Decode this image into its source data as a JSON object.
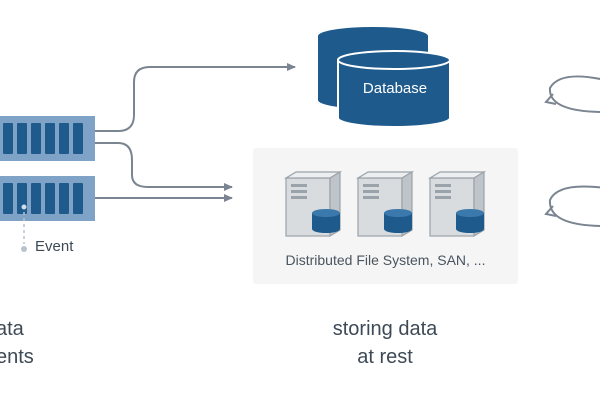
{
  "labels": {
    "database": "Database",
    "event": "Event",
    "storage": "Distributed File System, SAN, ...",
    "left_caption_line1": "ata",
    "left_caption_line2": "ents",
    "right_caption_line1": "storing data",
    "right_caption_line2": "at rest"
  },
  "colors": {
    "primary_blue": "#1e5a8c",
    "light_blue": "#7fa3c6",
    "panel_bg": "#f5f5f5",
    "arrow_gray": "#7a8591",
    "server_gray": "#d9dcdf",
    "text": "#3d4a56"
  },
  "icons": [
    "event-queue-icon",
    "database-icon",
    "server-icon",
    "disk-icon"
  ]
}
